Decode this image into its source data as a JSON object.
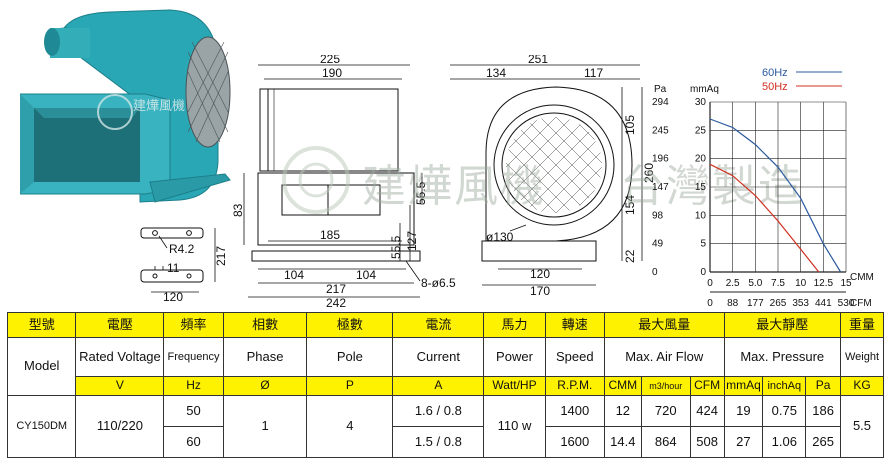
{
  "watermark": {
    "brand": "建燁風機",
    "suffix": "台灣製造"
  },
  "dims": {
    "side": {
      "w225": "225",
      "w190": "190",
      "h83": "83",
      "h55_5a": "55.5",
      "h55_5b": "55.5",
      "h127": "127",
      "w185": "185",
      "w104a": "104",
      "w104b": "104",
      "w217": "217",
      "w242": "242",
      "holes": "8-ø6.5"
    },
    "front": {
      "w251": "251",
      "w134": "134",
      "w117": "117",
      "h105": "105",
      "h260": "260",
      "h154": "154",
      "h22": "22",
      "d130": "ø130",
      "w120": "120",
      "w170": "170"
    },
    "bracket": {
      "r42": "R4.2",
      "h217": "217",
      "w11": "11",
      "w120": "120"
    }
  },
  "chart_data": {
    "type": "line",
    "left_axis_pa_label": "Pa",
    "left_axis_mmaq_label": "mmAq",
    "pa_ticks": [
      "294",
      "245",
      "196",
      "147",
      "98",
      "49",
      "0"
    ],
    "mmaq_ticks": [
      "30",
      "25",
      "20",
      "15",
      "10",
      "5",
      "0"
    ],
    "cmm_label": "CMM",
    "cfm_label": "CFM",
    "cmm_ticks": [
      "0",
      "2.5",
      "5.0",
      "7.5",
      "10",
      "12.5",
      "15"
    ],
    "cfm_ticks": [
      "0",
      "88",
      "177",
      "265",
      "353",
      "441",
      "530"
    ],
    "xlim_cmm": [
      0,
      15
    ],
    "ylim_mmaq": [
      0,
      30
    ],
    "grid": true,
    "series": [
      {
        "name": "60Hz",
        "color": "#2b5a9e",
        "x": [
          0,
          2.5,
          5.0,
          7.5,
          10,
          12.5,
          14.4
        ],
        "y": [
          27,
          25.5,
          22.5,
          18.5,
          13,
          5,
          0
        ]
      },
      {
        "name": "50Hz",
        "color": "#d03020",
        "x": [
          0,
          2.5,
          5.0,
          7.5,
          10,
          12
        ],
        "y": [
          19,
          17,
          13.5,
          9,
          4,
          0
        ]
      }
    ]
  },
  "table": {
    "zh": [
      "型號",
      "電壓",
      "頻率",
      "相數",
      "極數",
      "電流",
      "馬力",
      "轉速",
      "最大風量",
      "最大靜壓",
      "重量"
    ],
    "en": [
      "Model",
      "Rated Voltage",
      "Frequency",
      "Phase",
      "Pole",
      "Current",
      "Power",
      "Speed",
      "Max. Air Flow",
      "Max. Pressure",
      "Weight"
    ],
    "units": [
      "V",
      "Hz",
      "Ø",
      "P",
      "A",
      "Watt/HP",
      "R.P.M.",
      "CMM",
      "m3/hour",
      "CFM",
      "mmAq",
      "inchAq",
      "Pa",
      "KG"
    ],
    "model": "CY150DM",
    "voltage": "110/220",
    "phase": "1",
    "pole": "4",
    "power": "110 w",
    "weight": "5.5",
    "rows": [
      {
        "freq": "50",
        "current": "1.6 / 0.8",
        "rpm": "1400",
        "cmm": "12",
        "m3h": "720",
        "cfm": "424",
        "mmaq": "19",
        "inchaq": "0.75",
        "pa": "186"
      },
      {
        "freq": "60",
        "current": "1.5 / 0.8",
        "rpm": "1600",
        "cmm": "14.4",
        "m3h": "864",
        "cfm": "508",
        "mmaq": "27",
        "inchaq": "1.06",
        "pa": "265"
      }
    ]
  }
}
